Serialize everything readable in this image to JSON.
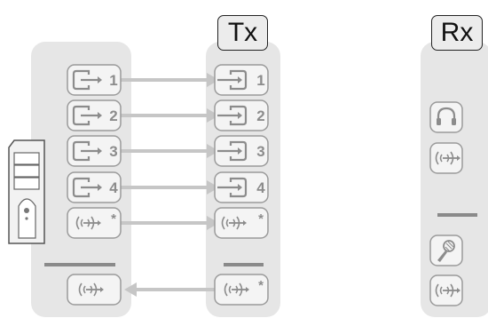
{
  "tx_label": "Tx",
  "rx_label": "Rx",
  "outputs": [
    {
      "number": "1",
      "direction": "to-tx",
      "icon": "output-port-icon"
    },
    {
      "number": "2",
      "direction": "to-tx",
      "icon": "output-port-icon"
    },
    {
      "number": "3",
      "direction": "to-tx",
      "icon": "output-port-icon"
    },
    {
      "number": "4",
      "direction": "to-tx",
      "icon": "output-port-icon"
    },
    {
      "number": "*",
      "direction": "to-tx",
      "icon": "audio-signal-icon"
    }
  ],
  "return_channel": {
    "number": "*",
    "direction": "to-source",
    "icon": "audio-signal-icon"
  },
  "rx_items": [
    {
      "icon": "headphones-icon"
    },
    {
      "icon": "audio-signal-icon"
    },
    {
      "icon": "microphone-icon"
    },
    {
      "icon": "audio-signal-icon"
    }
  ],
  "colors": {
    "panel": "#e6e6e6",
    "tile_border": "#9a9a9a",
    "tile_fill": "#f4f4f4",
    "arrow": "#c6c6c6",
    "label_border": "#222222",
    "icon": "#8c8c8c"
  }
}
